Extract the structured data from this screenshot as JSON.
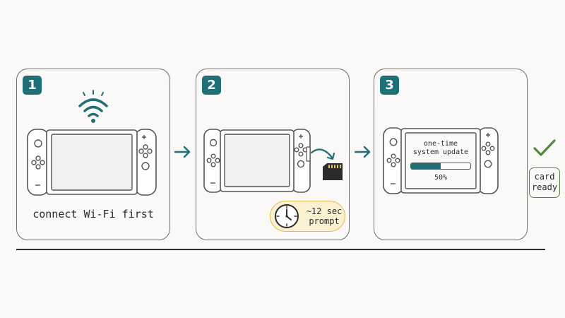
{
  "steps": [
    {
      "number": "1",
      "caption": "connect Wi-Fi first"
    },
    {
      "number": "2",
      "timer": {
        "line1": "~12 sec",
        "line2": "prompt"
      }
    },
    {
      "number": "3",
      "screen": {
        "line1": "one-time",
        "line2": "system update",
        "progress_label": "50%",
        "progress_fraction": 0.5
      }
    }
  ],
  "result": {
    "line1": "card",
    "line2": "ready"
  },
  "colors": {
    "accent": "#1f6f76",
    "check": "#4d8a3c",
    "timer_fill": "#fbf0cf",
    "timer_border": "#e3b94a"
  },
  "icons": [
    "wifi-icon",
    "switch-console-icon",
    "arrow-right-icon",
    "curved-arrow-icon",
    "sd-card-icon",
    "clock-icon",
    "checkmark-icon"
  ]
}
